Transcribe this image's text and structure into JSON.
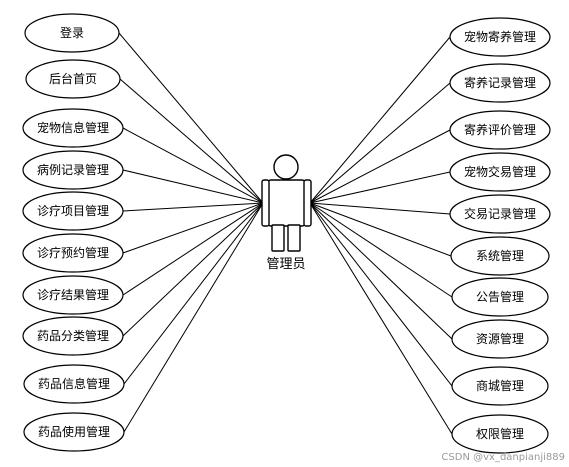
{
  "actor": {
    "label": "管理员"
  },
  "left_use_cases": [
    "登录",
    "后台首页",
    "宠物信息管理",
    "病例记录管理",
    "诊疗项目管理",
    "诊疗预约管理",
    "诊疗结果管理",
    "药品分类管理",
    "药品信息管理",
    "药品使用管理"
  ],
  "right_use_cases": [
    "宠物寄养管理",
    "寄养记录管理",
    "寄养评价管理",
    "宠物交易管理",
    "交易记录管理",
    "系统管理",
    "公告管理",
    "资源管理",
    "商城管理",
    "权限管理"
  ],
  "watermark": "CSDN @vx_danpianji889"
}
